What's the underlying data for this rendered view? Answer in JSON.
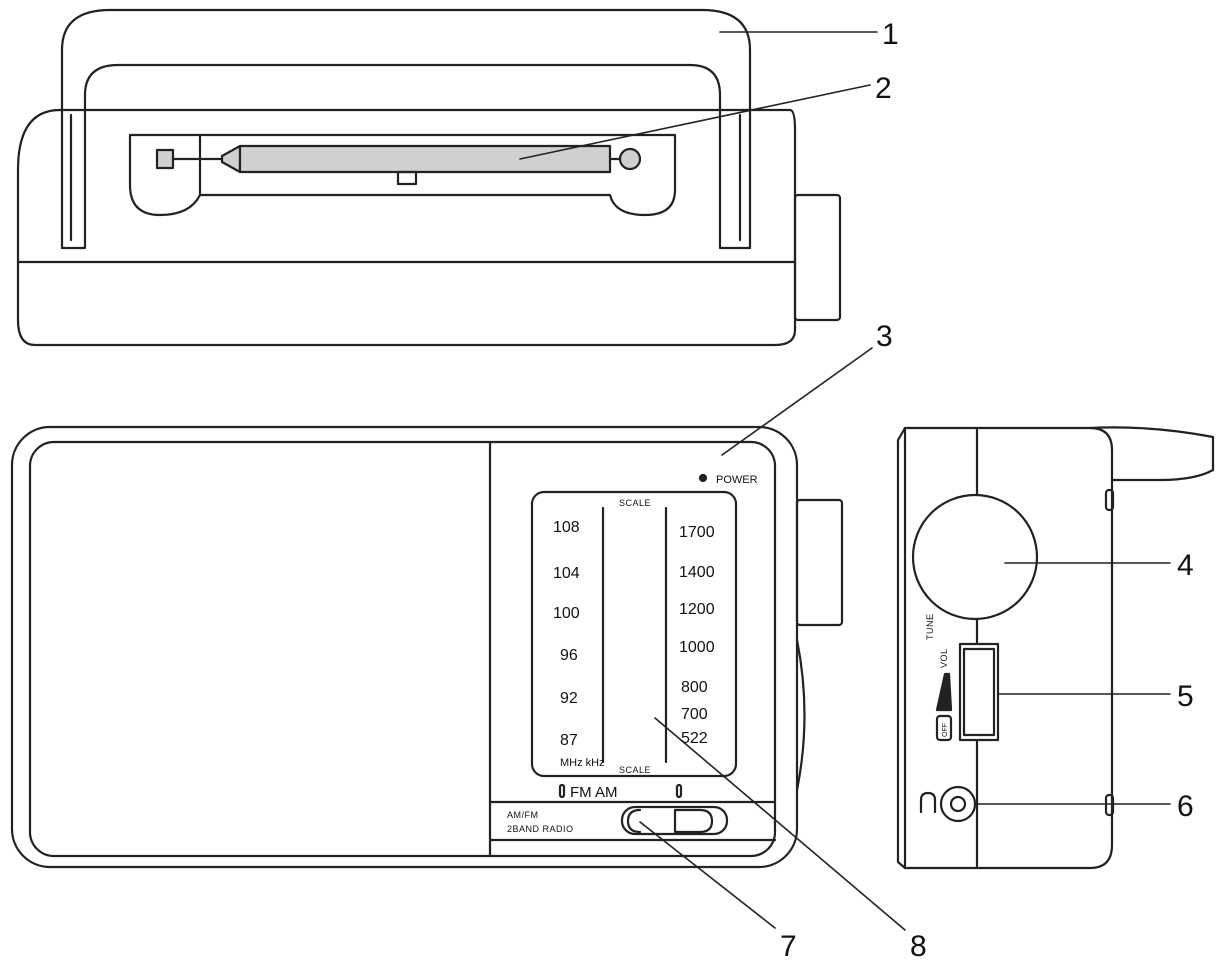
{
  "callouts": [
    "1",
    "2",
    "3",
    "4",
    "5",
    "6",
    "7",
    "8"
  ],
  "front": {
    "power": "POWER",
    "scale_top": "SCALE",
    "scale_bottom": "SCALE",
    "fm_ticks": [
      "108",
      "104",
      "100",
      "96",
      "92",
      "87"
    ],
    "am_ticks": [
      "1700",
      "1400",
      "1200",
      "1000",
      "800",
      "700",
      "522"
    ],
    "units": "MHz kHz",
    "band_label": "FM AM",
    "model_line1": "AM/FM",
    "model_line2": "2BAND RADIO"
  },
  "side": {
    "tune": "TUNE",
    "vol": "VOL",
    "off": "OFF"
  },
  "colors": {
    "stroke": "#222222",
    "antenna_fill": "#d0d0d0",
    "background": "#ffffff"
  }
}
